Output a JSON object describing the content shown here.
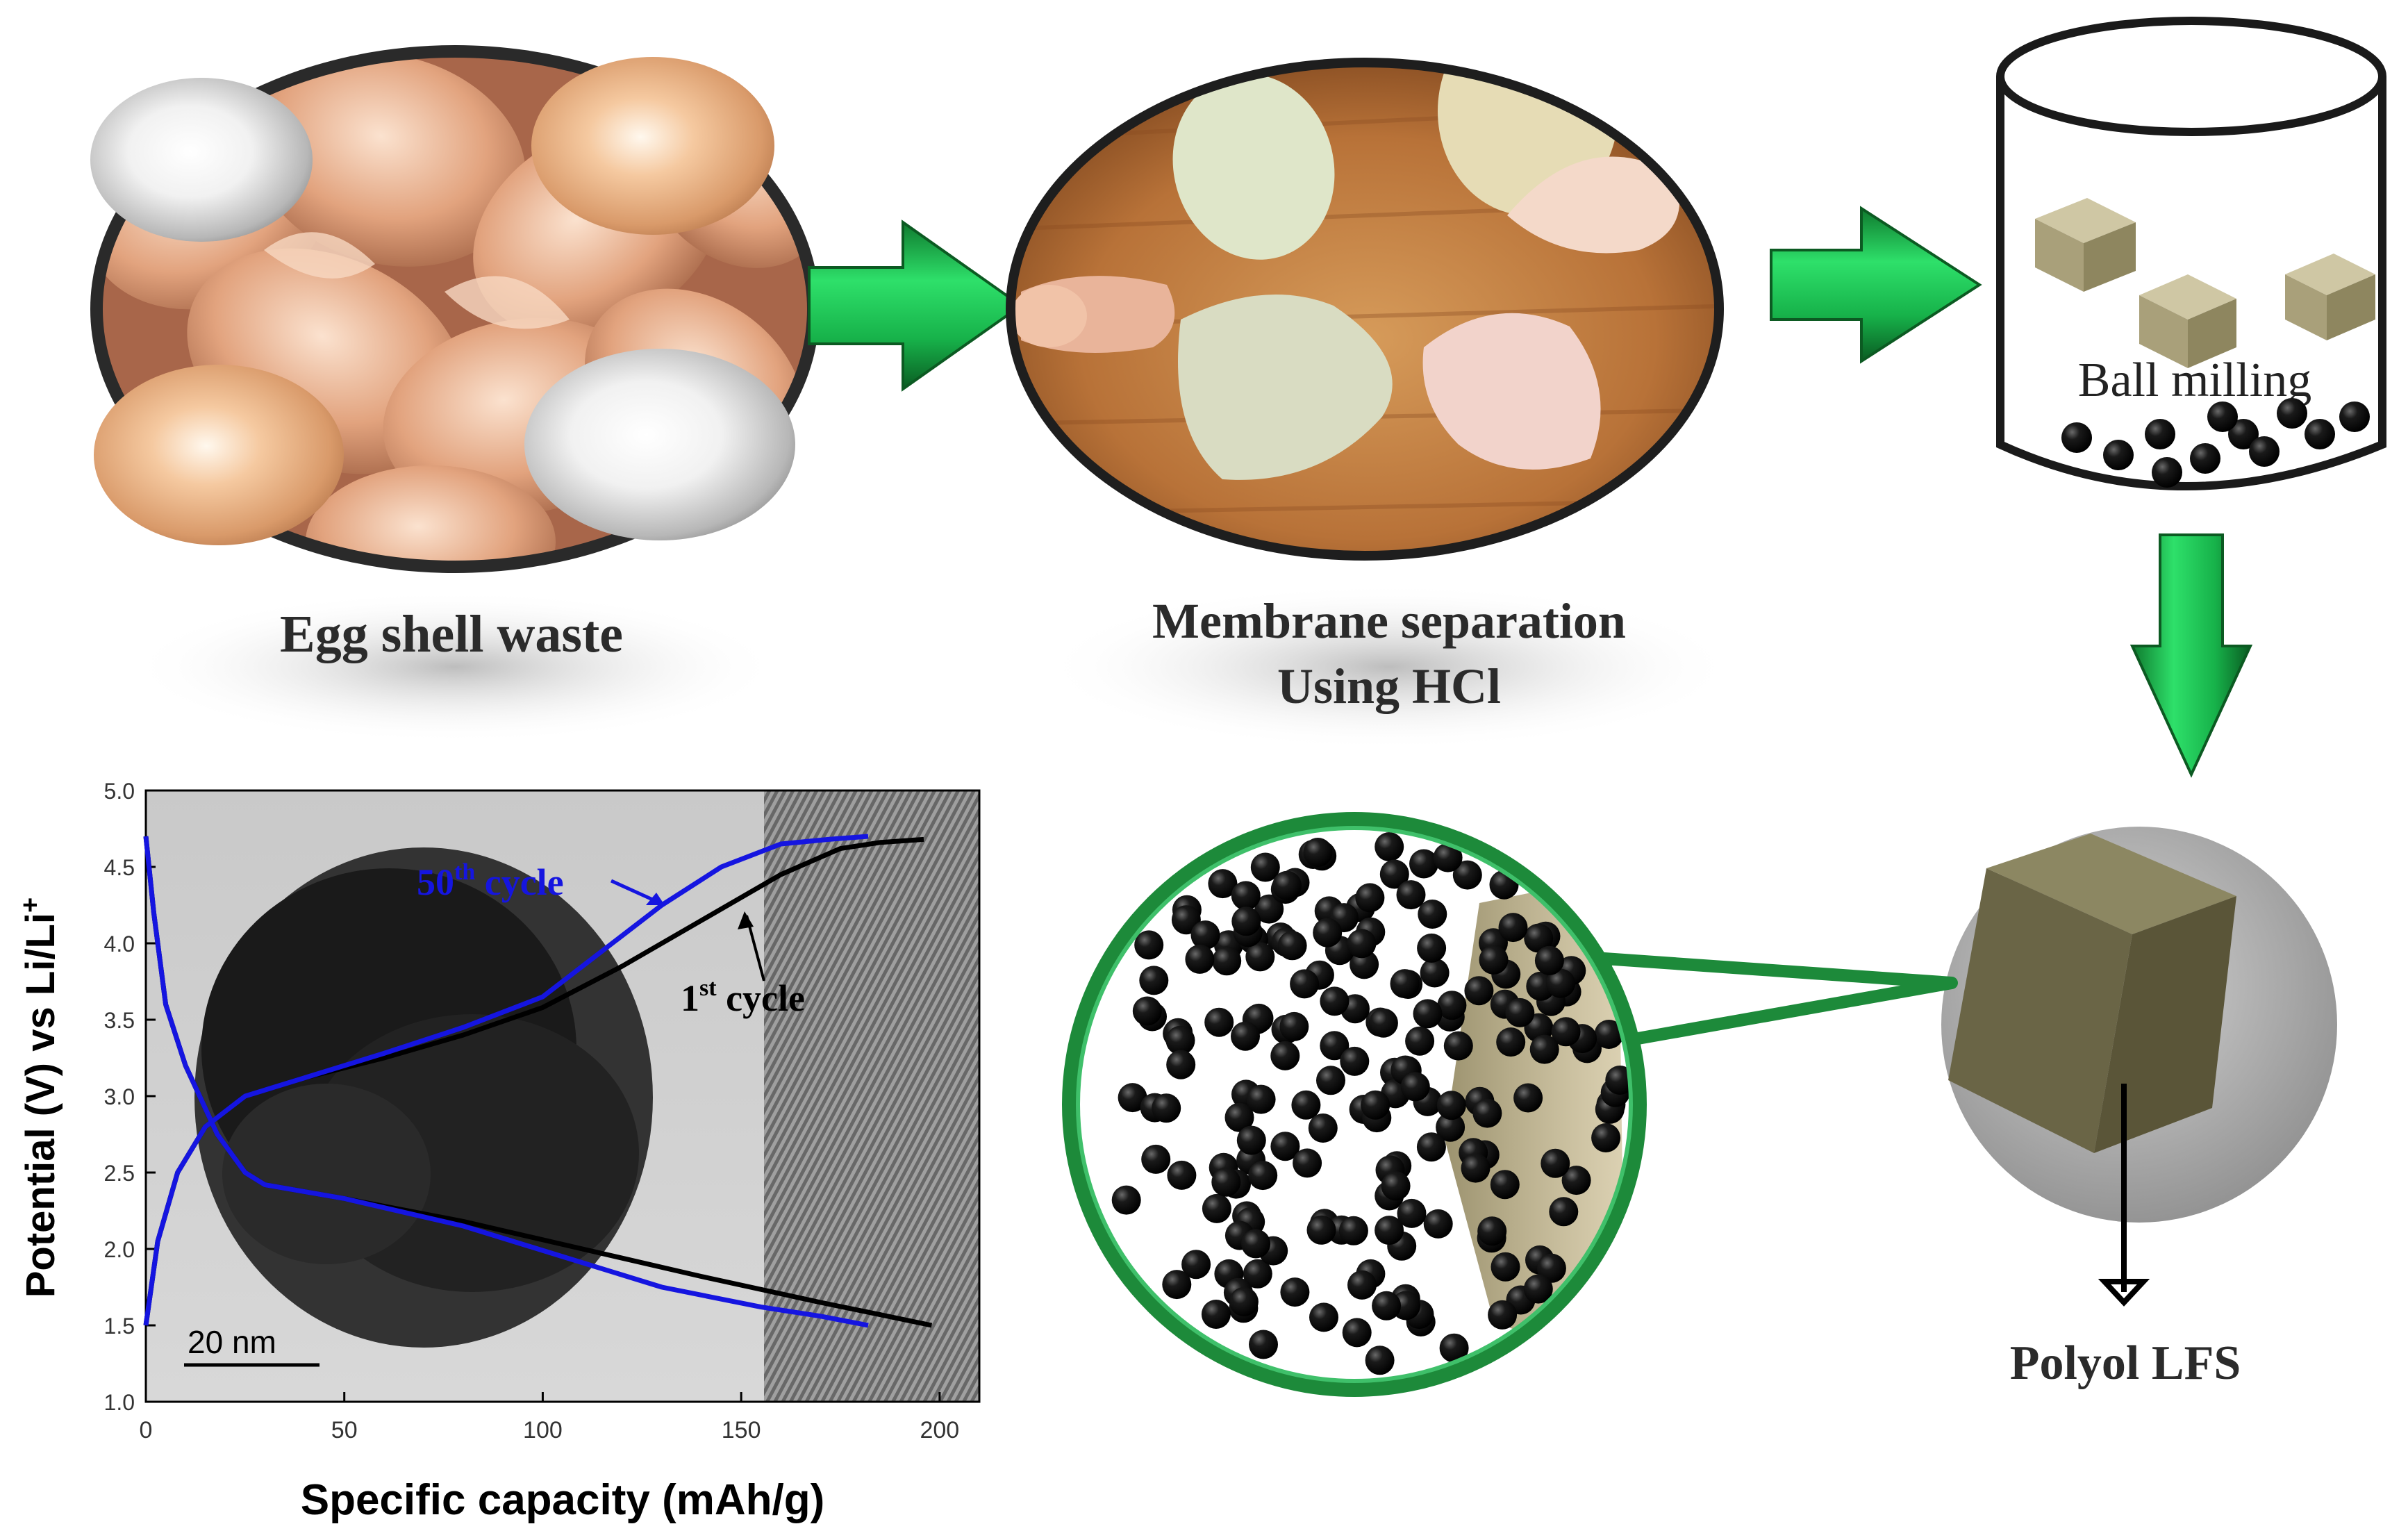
{
  "labels": {
    "egg_shell_waste": "Egg shell waste",
    "membrane_line1": "Membrane separation",
    "membrane_line2": "Using HCl",
    "ball_milling": "Ball milling",
    "polyol_lfs": "Polyol LFS"
  },
  "colors": {
    "arrow_green": "#1fcf5a",
    "curve_blue": "#1515e0",
    "curve_black": "#000000",
    "lfs_cube": "#6e6a4a",
    "lens_ring": "#1d8a3a"
  },
  "chart_data": {
    "type": "line",
    "xlabel": "Specific capacity (mAh/g)",
    "ylabel": "Potential  (V) vs Li/Li",
    "ylabel_sup": "+",
    "xlim": [
      0,
      210
    ],
    "ylim": [
      1.0,
      5.0
    ],
    "x_ticks": [
      0,
      50,
      100,
      150,
      200
    ],
    "y_ticks": [
      "1.0",
      "1.5",
      "2.0",
      "2.5",
      "3.0",
      "3.5",
      "4.0",
      "4.5",
      "5.0"
    ],
    "scale_bar": "20 nm",
    "annotations": [
      {
        "text": "50",
        "sup": "th",
        "rest": " cycle",
        "series": "50th cycle"
      },
      {
        "text": "1",
        "sup": "st",
        "rest": " cycle",
        "series": "1st cycle"
      }
    ],
    "series": [
      {
        "name": "1st cycle",
        "color": "#000000",
        "charge": [
          [
            0,
            1.5
          ],
          [
            3,
            2.05
          ],
          [
            8,
            2.5
          ],
          [
            15,
            2.8
          ],
          [
            25,
            3.0
          ],
          [
            40,
            3.12
          ],
          [
            60,
            3.25
          ],
          [
            80,
            3.4
          ],
          [
            100,
            3.58
          ],
          [
            120,
            3.85
          ],
          [
            140,
            4.15
          ],
          [
            160,
            4.45
          ],
          [
            175,
            4.62
          ],
          [
            185,
            4.66
          ],
          [
            196,
            4.68
          ]
        ],
        "discharge": [
          [
            0,
            4.7
          ],
          [
            2,
            4.2
          ],
          [
            5,
            3.6
          ],
          [
            10,
            3.2
          ],
          [
            18,
            2.75
          ],
          [
            25,
            2.5
          ],
          [
            30,
            2.42
          ],
          [
            50,
            2.33
          ],
          [
            80,
            2.18
          ],
          [
            110,
            2.0
          ],
          [
            140,
            1.82
          ],
          [
            170,
            1.65
          ],
          [
            185,
            1.57
          ],
          [
            198,
            1.5
          ]
        ]
      },
      {
        "name": "50th cycle",
        "color": "#1515e0",
        "charge": [
          [
            0,
            1.5
          ],
          [
            3,
            2.05
          ],
          [
            8,
            2.5
          ],
          [
            15,
            2.8
          ],
          [
            25,
            3.0
          ],
          [
            40,
            3.12
          ],
          [
            60,
            3.28
          ],
          [
            80,
            3.45
          ],
          [
            100,
            3.65
          ],
          [
            115,
            3.95
          ],
          [
            130,
            4.25
          ],
          [
            145,
            4.5
          ],
          [
            160,
            4.65
          ],
          [
            172,
            4.68
          ],
          [
            182,
            4.7
          ]
        ],
        "discharge": [
          [
            0,
            4.7
          ],
          [
            2,
            4.2
          ],
          [
            5,
            3.6
          ],
          [
            10,
            3.2
          ],
          [
            18,
            2.75
          ],
          [
            25,
            2.5
          ],
          [
            30,
            2.42
          ],
          [
            50,
            2.33
          ],
          [
            80,
            2.15
          ],
          [
            105,
            1.95
          ],
          [
            130,
            1.75
          ],
          [
            155,
            1.62
          ],
          [
            170,
            1.56
          ],
          [
            182,
            1.5
          ]
        ]
      }
    ]
  }
}
